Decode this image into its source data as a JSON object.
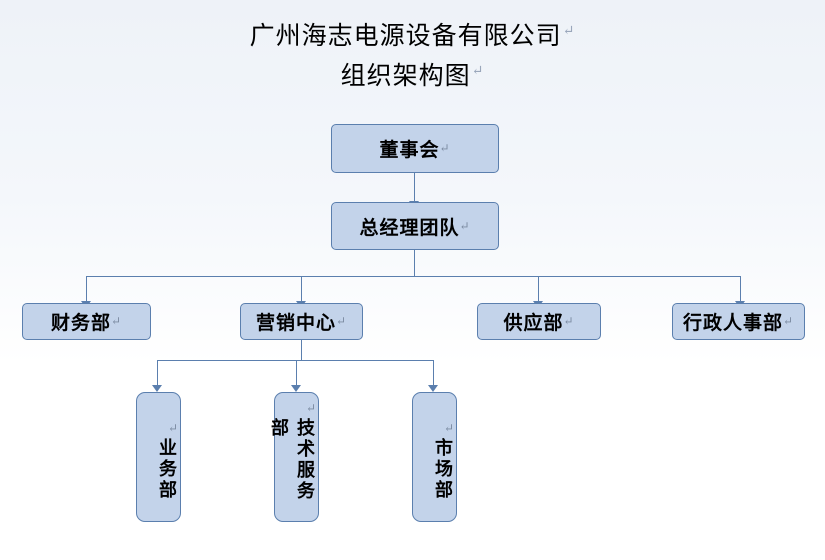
{
  "title": {
    "line1": "广州海志电源设备有限公司",
    "line2": "组织架构图",
    "mark": "↵"
  },
  "chart_data": {
    "type": "diagram",
    "diagram_kind": "org-chart",
    "nodes": [
      {
        "id": "board",
        "label": "董事会",
        "level": 0
      },
      {
        "id": "gm",
        "label": "总经理团队",
        "level": 1
      },
      {
        "id": "finance",
        "label": "财务部",
        "level": 2
      },
      {
        "id": "marketing-center",
        "label": "营销中心",
        "level": 2
      },
      {
        "id": "supply",
        "label": "供应部",
        "level": 2
      },
      {
        "id": "admin-hr",
        "label": "行政人事部",
        "level": 2
      },
      {
        "id": "business",
        "label": "业务部",
        "level": 3,
        "orientation": "vertical"
      },
      {
        "id": "tech-service",
        "label": "技术服务部",
        "level": 3,
        "orientation": "vertical"
      },
      {
        "id": "market",
        "label": "市场部",
        "level": 3,
        "orientation": "vertical"
      }
    ],
    "edges": [
      {
        "from": "board",
        "to": "gm"
      },
      {
        "from": "gm",
        "to": "finance"
      },
      {
        "from": "gm",
        "to": "marketing-center"
      },
      {
        "from": "gm",
        "to": "supply"
      },
      {
        "from": "gm",
        "to": "admin-hr"
      },
      {
        "from": "marketing-center",
        "to": "business"
      },
      {
        "from": "marketing-center",
        "to": "tech-service"
      },
      {
        "from": "marketing-center",
        "to": "market"
      }
    ],
    "colors": {
      "node_fill": "#c3d3ea",
      "node_border": "#5b7fae",
      "connector": "#5b7fae",
      "text": "#000000",
      "background": "#f2f5fa"
    }
  }
}
